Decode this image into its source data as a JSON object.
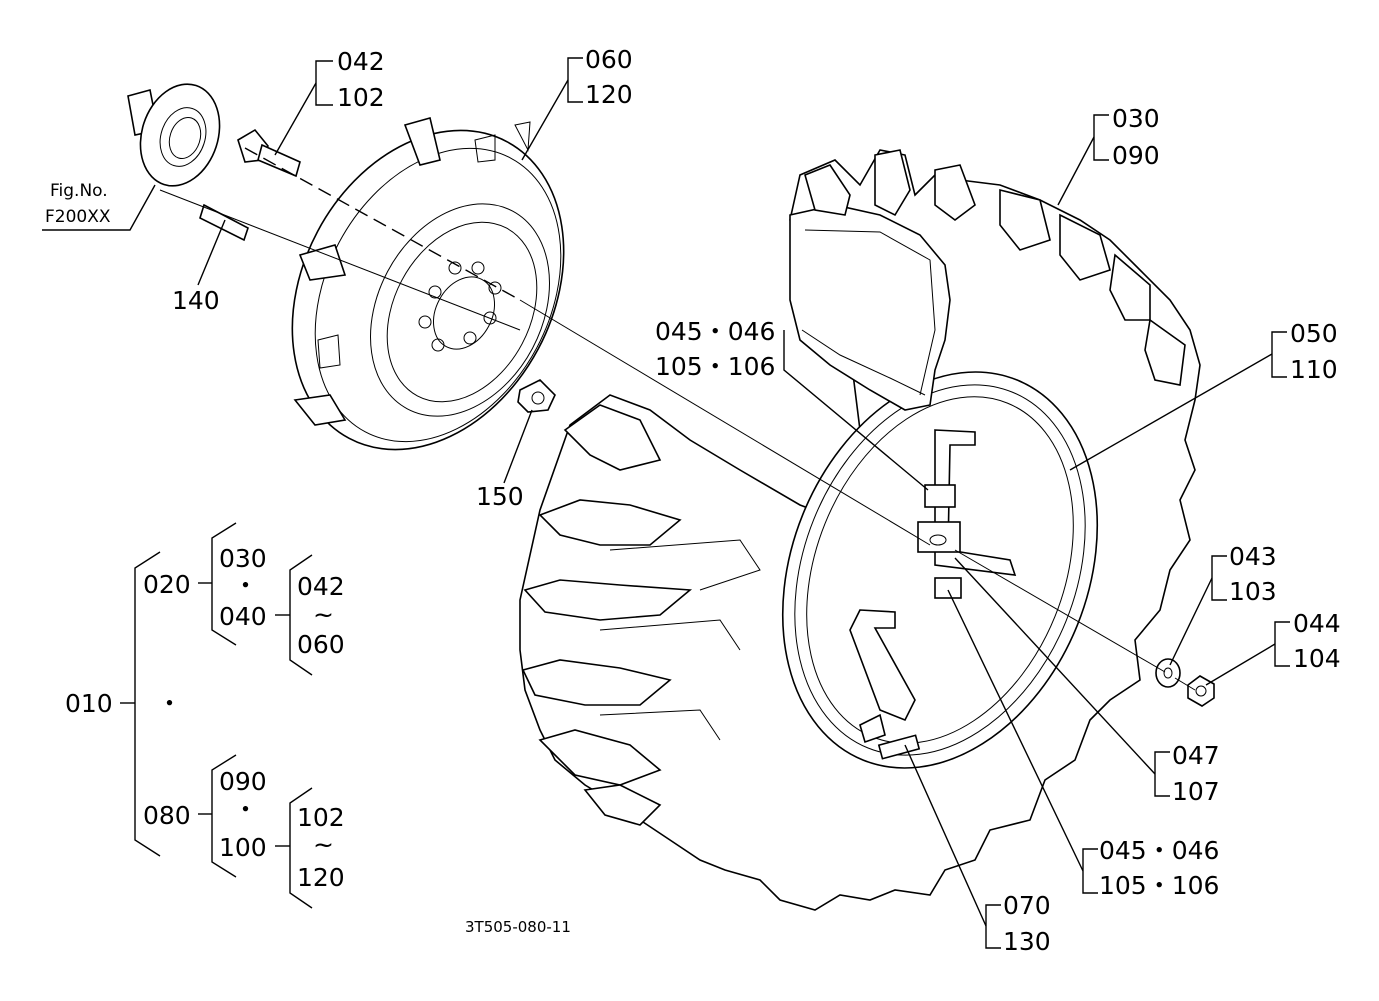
{
  "labels": {
    "p042_102": [
      "042",
      "102"
    ],
    "p060_120": [
      "060",
      "120"
    ],
    "p030_090": [
      "030",
      "090"
    ],
    "p045_046_a": [
      "045・046",
      "105・106"
    ],
    "p050_110": [
      "050",
      "110"
    ],
    "p043_103": [
      "043",
      "103"
    ],
    "p044_104": [
      "044",
      "104"
    ],
    "p047_107": [
      "047",
      "107"
    ],
    "p045_046_b": [
      "045・046",
      "105・106"
    ],
    "p070_130": [
      "070",
      "130"
    ],
    "p140": "140",
    "p150": "150"
  },
  "fig_ref": {
    "line1": "Fig.No.",
    "line2": "F200XX"
  },
  "tree": {
    "root": "010",
    "root_dot": "・",
    "g1": {
      "code": "020",
      "a": "030",
      "dot": "・",
      "b": "040",
      "c": "042",
      "tilde": "~",
      "d": "060"
    },
    "g2": {
      "code": "080",
      "a": "090",
      "dot": "・",
      "b": "100",
      "c": "102",
      "tilde": "~",
      "d": "120"
    }
  },
  "drawing_code": "3T505-080-11"
}
